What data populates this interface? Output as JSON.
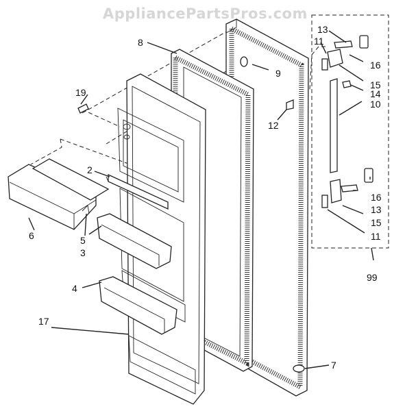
{
  "watermark": "AppliancePartsPros.com",
  "callouts": {
    "c2": "2",
    "c3": "3",
    "c4": "4",
    "c5": "5",
    "c6": "6",
    "c7": "7",
    "c8": "8",
    "c9": "9",
    "c10": "10",
    "c11a": "11",
    "c11b": "11",
    "c12": "12",
    "c13a": "13",
    "c13b": "13",
    "c14": "14",
    "c15a": "15",
    "c15b": "15",
    "c16a": "16",
    "c16b": "16",
    "c17": "17",
    "c19": "19",
    "c99": "99"
  }
}
